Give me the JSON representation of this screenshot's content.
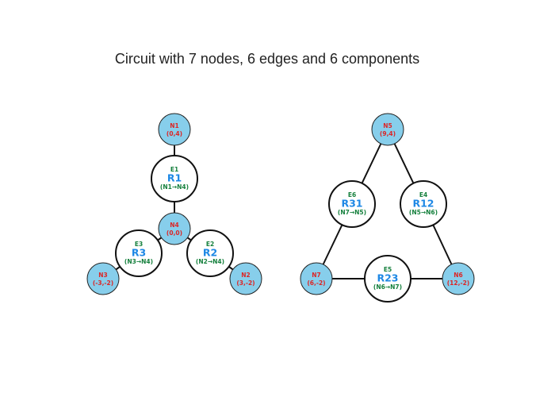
{
  "title": "Circuit with 7 nodes, 6 edges and 6 components",
  "colors": {
    "node_fill": "#87ceeb",
    "node_text": "#dc2626",
    "edge_id_text": "#15803d",
    "component_label": "#1e88e5",
    "connection_text": "#15803d",
    "wire": "#111111"
  },
  "nodes": [
    {
      "id": "N1",
      "name": "N1",
      "coord": "(0,4)"
    },
    {
      "id": "N2",
      "name": "N2",
      "coord": "(3,-2)"
    },
    {
      "id": "N3",
      "name": "N3",
      "coord": "(-3,-2)"
    },
    {
      "id": "N4",
      "name": "N4",
      "coord": "(0,0)"
    },
    {
      "id": "N5",
      "name": "N5",
      "coord": "(9,4)"
    },
    {
      "id": "N6",
      "name": "N6",
      "coord": "(12,-2)"
    },
    {
      "id": "N7",
      "name": "N7",
      "coord": "(6,-2)"
    }
  ],
  "components": [
    {
      "edge": "E1",
      "label": "R1",
      "connection": "(N1→N4)",
      "from": "N1",
      "to": "N4"
    },
    {
      "edge": "E2",
      "label": "R2",
      "connection": "(N2→N4)",
      "from": "N2",
      "to": "N4"
    },
    {
      "edge": "E3",
      "label": "R3",
      "connection": "(N3→N4)",
      "from": "N3",
      "to": "N4"
    },
    {
      "edge": "E4",
      "label": "R12",
      "connection": "(N5→N6)",
      "from": "N5",
      "to": "N6"
    },
    {
      "edge": "E5",
      "label": "R23",
      "connection": "(N6→N7)",
      "from": "N6",
      "to": "N7"
    },
    {
      "edge": "E6",
      "label": "R31",
      "connection": "(N7→N5)",
      "from": "N7",
      "to": "N5"
    }
  ]
}
